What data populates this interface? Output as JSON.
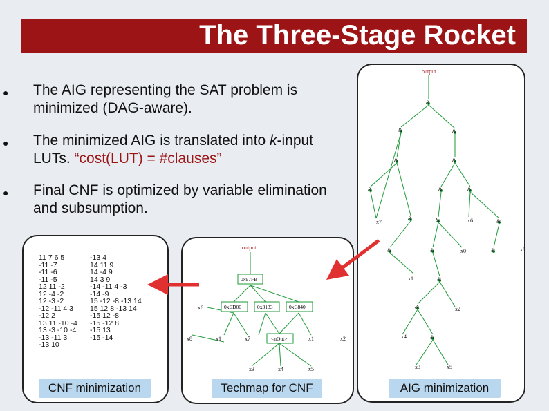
{
  "slide": {
    "title": "The Three-Stage Rocket",
    "bullets": [
      {
        "text": "The AIG representing the SAT problem is minimized (DAG-aware)."
      },
      {
        "pre": "The minimized AIG is translated into ",
        "em": "k",
        "post": "-input LUTs. ",
        "accent": "“cost(LUT) = #clauses”"
      },
      {
        "text": "Final CNF is optimized by variable elimination and subsumption."
      }
    ],
    "bullet_glyph": "●"
  },
  "cnf_panel": {
    "col1": [
      "11 7 6 5",
      "-11 -7",
      "-11 -6",
      "-11 -5",
      "12 11 -2",
      "12 -4 -2",
      "12 -3 -2",
      "-12 -11 4 3",
      "-12 2",
      "13 11 -10 -4",
      "13 -3 -10 -4",
      "-13 -11 3",
      "-13 10"
    ],
    "col2": [
      "-13 4",
      "14 11 9",
      "14 -4 9",
      "14 3 9",
      "-14 -11 4 -3",
      "-14 -9",
      "15 -12 -8 -13 14",
      "15 12 8 -13 14",
      "-15 12 -8",
      "-15 -12 8",
      "-15 13",
      "-15 -14"
    ]
  },
  "techmap_panel": {
    "output": "output",
    "lut_top": "0x97FB",
    "luts_mid": [
      "0xED00",
      "0x3133",
      "0xC840"
    ],
    "lut_low": "<nOut>",
    "inputs_left": [
      "x6",
      "x8",
      "x1",
      "x7"
    ],
    "inputs_right": [
      "x1",
      "x2"
    ],
    "inputs_bottom": [
      "x3",
      "x4",
      "x5"
    ]
  },
  "aig_panel": {
    "output": "output",
    "and_glyph": "&",
    "inputs": [
      "x7",
      "x6",
      "x0",
      "x8",
      "x1",
      "x2",
      "x4",
      "x3",
      "x5"
    ]
  },
  "stage_labels": [
    "CNF minimization",
    "Techmap for CNF",
    "AIG minimization"
  ],
  "colors": {
    "title_bg": "#9c1416",
    "accent": "#9c1416",
    "label_bg": "#b9d7ee",
    "arrow": "#e03030",
    "edge": "#1f9a3a",
    "node": "#1f9a3a"
  }
}
